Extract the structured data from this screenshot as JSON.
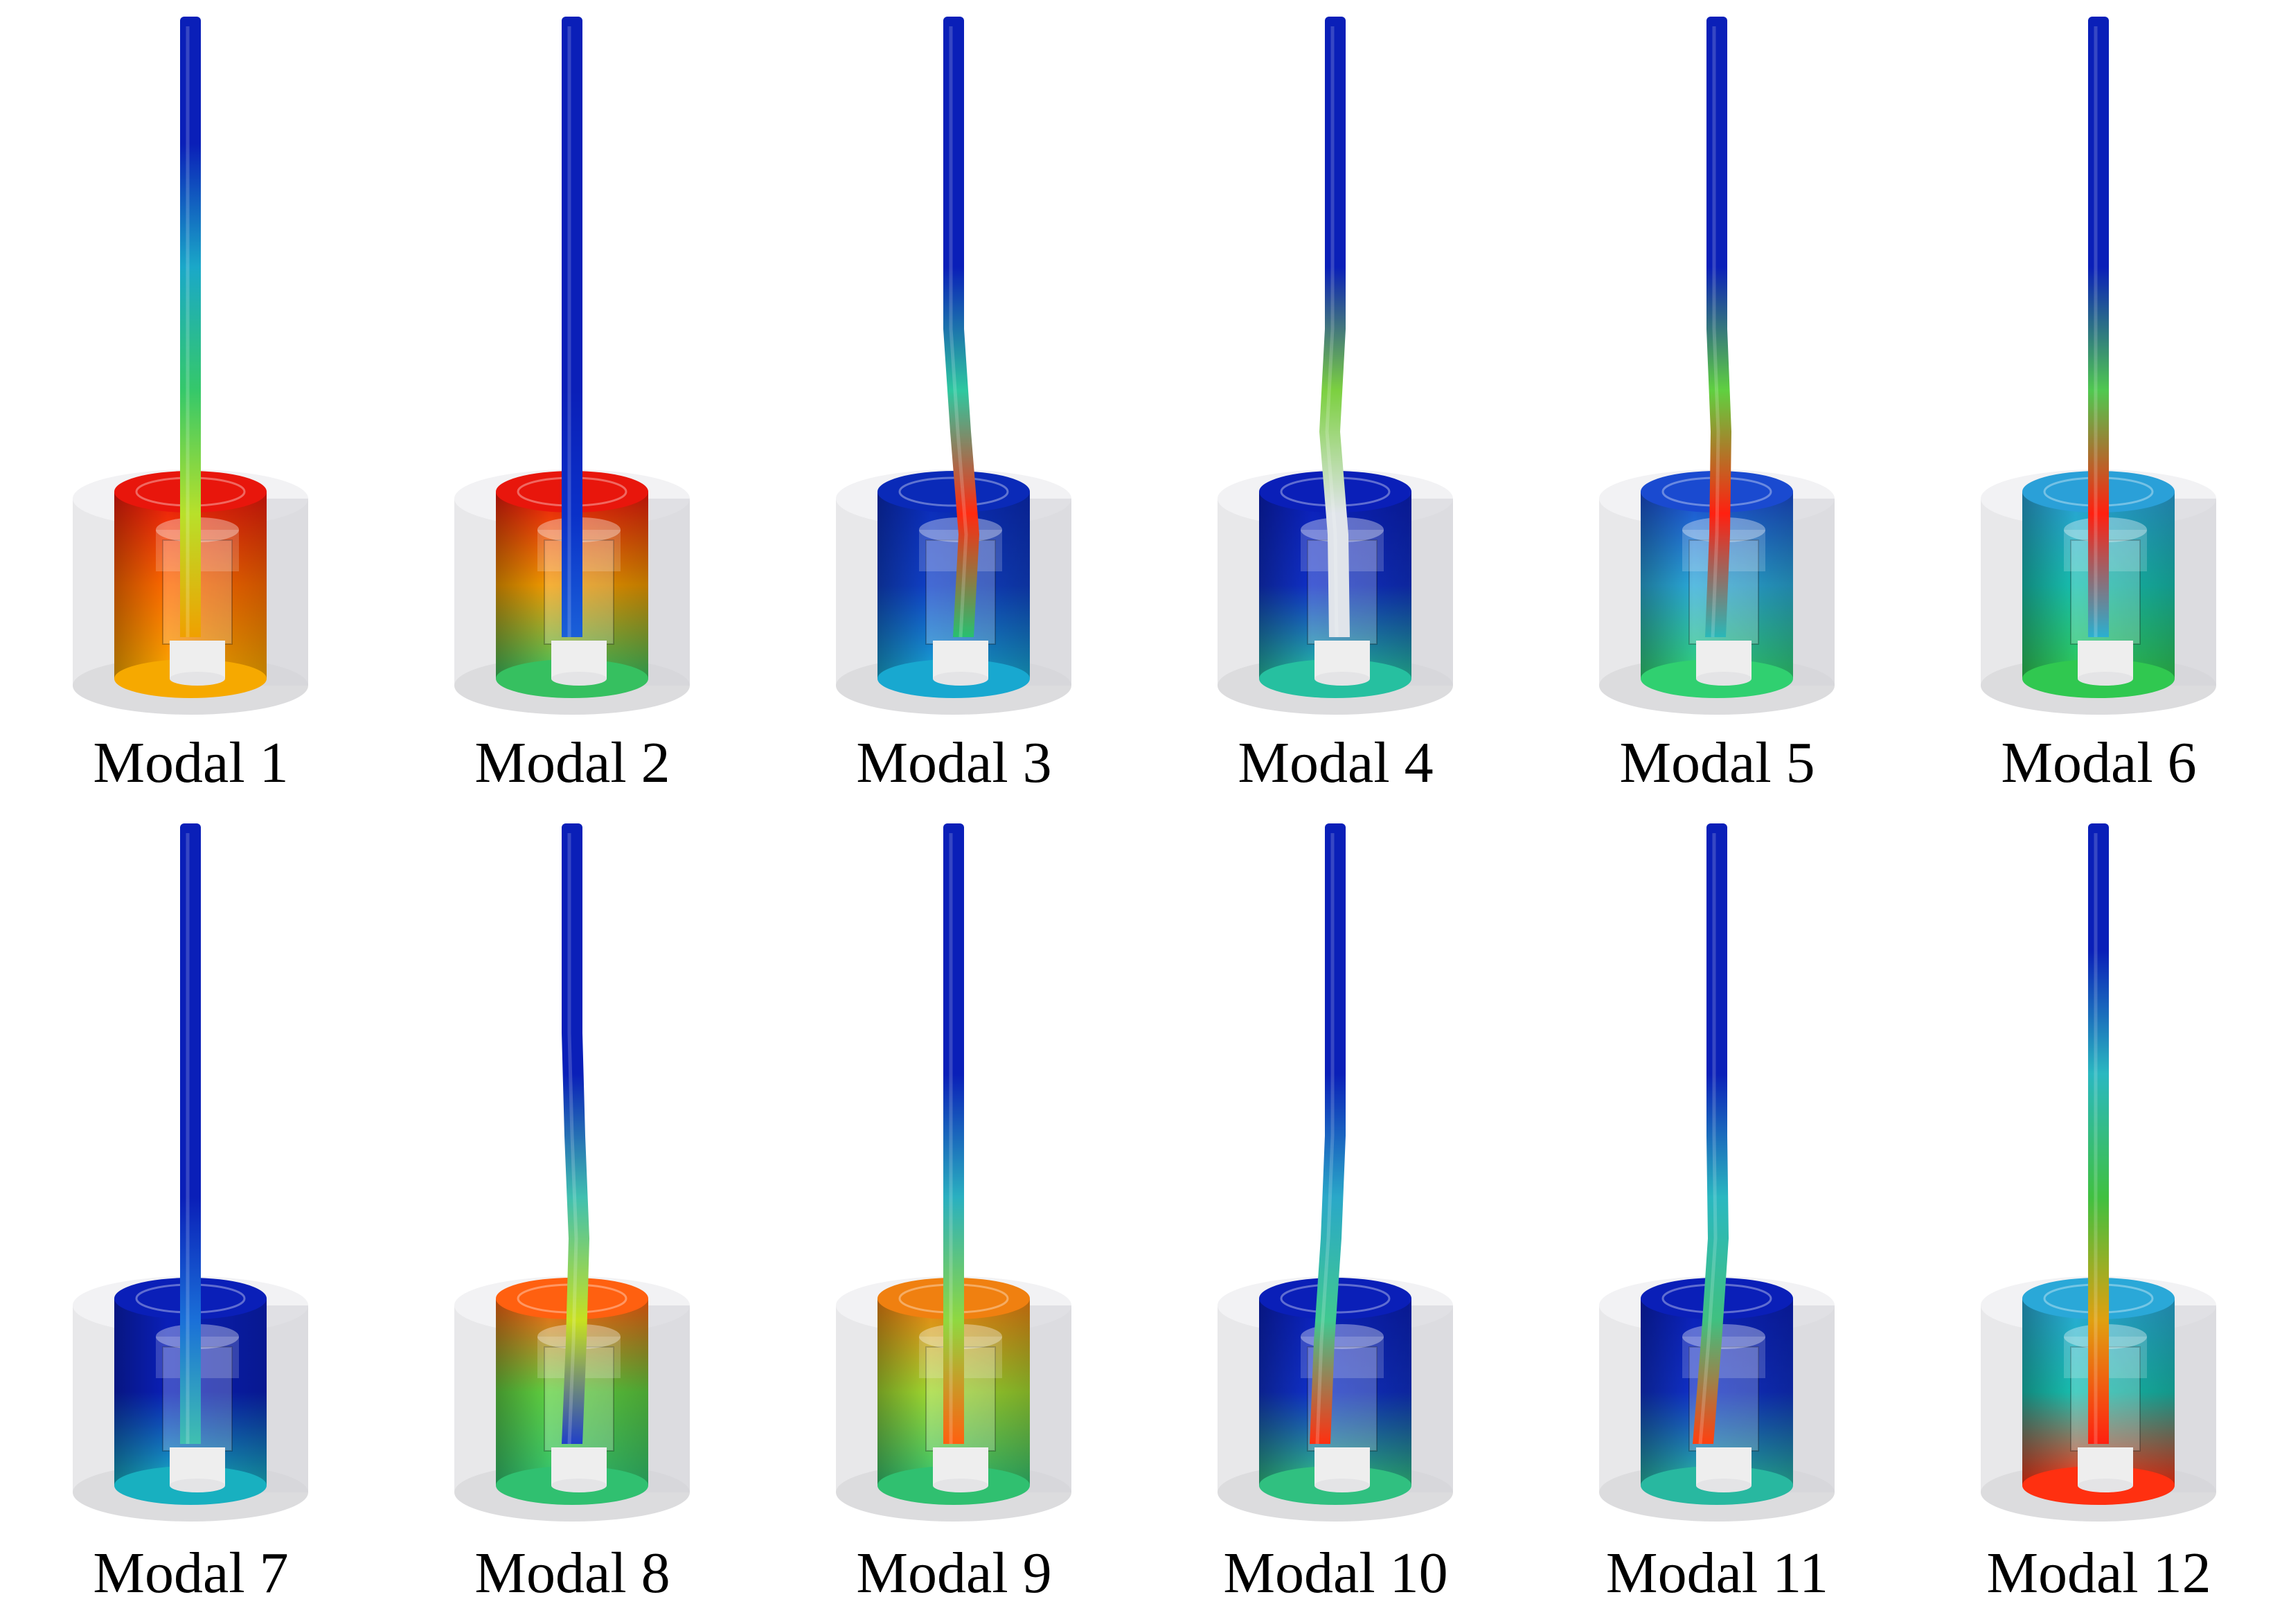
{
  "figure": {
    "modes": [
      {
        "label": "Modal 1",
        "housing": [
          "#e8160c",
          "#ff6a00",
          "#f6a900"
        ],
        "rod": [
          "#0a1fb8",
          "#0a1fb8",
          "#1aa8c8",
          "#35c86a",
          "#b8e02a",
          "#f0a000"
        ],
        "deform": 0
      },
      {
        "label": "Modal 2",
        "housing": [
          "#e8160c",
          "#f29a00",
          "#36c060"
        ],
        "rod": [
          "#0a1fb8",
          "#0a1fb8",
          "#0a1fb8",
          "#0a1fb8",
          "#0a30c8",
          "#1a60d8"
        ],
        "deform": 0
      },
      {
        "label": "Modal 3",
        "housing": [
          "#0a2ab8",
          "#1040c8",
          "#18a8d0"
        ],
        "rod": [
          "#0a1fb8",
          "#0a1fb8",
          "#0a1fb8",
          "#2ec8a0",
          "#ff2a10",
          "#28c070"
        ],
        "deform": 1
      },
      {
        "label": "Modal 4",
        "housing": [
          "#0a1fb8",
          "#1030c8",
          "#26c0a0"
        ],
        "rod": [
          "#0a1fb8",
          "#0a1fb8",
          "#0a1fb8",
          "#7cd040",
          "#e0e4ea",
          "#e0e4ea"
        ],
        "deform": 2
      },
      {
        "label": "Modal 5",
        "housing": [
          "#1a4ad0",
          "#2aa8d8",
          "#30d070"
        ],
        "rod": [
          "#0a1fb8",
          "#0a1fb8",
          "#0a1fb8",
          "#60d040",
          "#ff2010",
          "#2ab8b8"
        ],
        "deform": 3
      },
      {
        "label": "Modal 6",
        "housing": [
          "#2aa0d8",
          "#18c0b0",
          "#30c850"
        ],
        "rod": [
          "#0a1fb8",
          "#0a1fb8",
          "#0a1fb8",
          "#50c850",
          "#ff2010",
          "#2ab0d0"
        ],
        "deform": 0
      },
      {
        "label": "Modal 7",
        "housing": [
          "#0a1fb8",
          "#0a1fb8",
          "#18b0c0"
        ],
        "rod": [
          "#0a1fb8",
          "#0a1fb8",
          "#0a1fb8",
          "#0a1fb8",
          "#1a70d8",
          "#40c0b0"
        ],
        "deform": 0
      },
      {
        "label": "Modal 8",
        "housing": [
          "#ff6010",
          "#60d040",
          "#30c070"
        ],
        "rod": [
          "#0a1fb8",
          "#0a1fb8",
          "#0a1fb8",
          "#40c0b0",
          "#c8e020",
          "#2040c8"
        ],
        "deform": 4
      },
      {
        "label": "Modal 9",
        "housing": [
          "#f08010",
          "#a0d830",
          "#30c070"
        ],
        "rod": [
          "#0a1fb8",
          "#0a1fb8",
          "#0a1fb8",
          "#2ab0c0",
          "#90d840",
          "#ff6010"
        ],
        "deform": 0
      },
      {
        "label": "Modal 10",
        "housing": [
          "#0a1fb8",
          "#1030c8",
          "#30c080"
        ],
        "rod": [
          "#0a1fb8",
          "#0a1fb8",
          "#0a1fb8",
          "#2aa8c8",
          "#40c890",
          "#ff3010"
        ],
        "deform": 5
      },
      {
        "label": "Modal 11",
        "housing": [
          "#0a1fb8",
          "#1030c8",
          "#28b8a0"
        ],
        "rod": [
          "#0a1fb8",
          "#0a1fb8",
          "#0a1fb8",
          "#2ab8c0",
          "#40c080",
          "#ff4010"
        ],
        "deform": 6
      },
      {
        "label": "Modal 12",
        "housing": [
          "#2aa8d8",
          "#18c0b0",
          "#ff3010"
        ],
        "rod": [
          "#0a1fb8",
          "#0a1fb8",
          "#2ab8c0",
          "#40c040",
          "#e0a010",
          "#ff2010"
        ],
        "deform": 0
      }
    ]
  }
}
